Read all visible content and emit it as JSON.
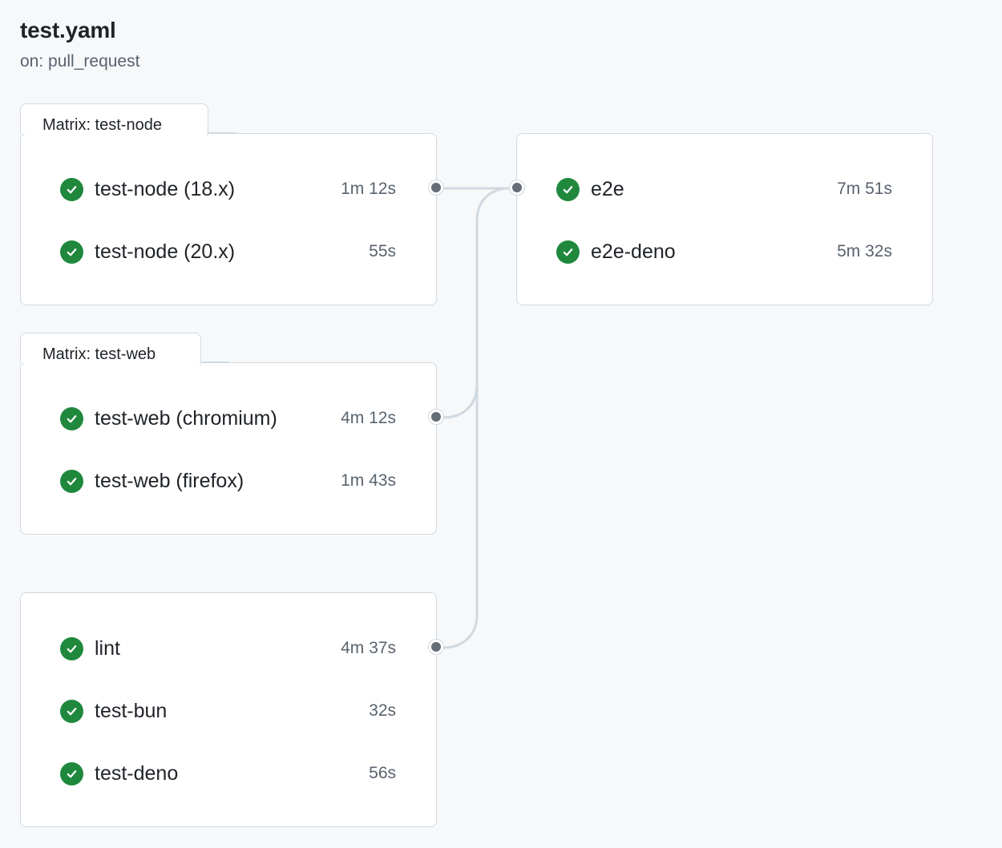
{
  "workflow": {
    "title": "test.yaml",
    "trigger": "on: pull_request"
  },
  "groups": {
    "node": {
      "label": "Matrix: test-node",
      "jobs": [
        {
          "name": "test-node (18.x)",
          "duration": "1m 12s",
          "status": "success"
        },
        {
          "name": "test-node (20.x)",
          "duration": "55s",
          "status": "success"
        }
      ]
    },
    "web": {
      "label": "Matrix: test-web",
      "jobs": [
        {
          "name": "test-web (chromium)",
          "duration": "4m 12s",
          "status": "success"
        },
        {
          "name": "test-web (firefox)",
          "duration": "1m 43s",
          "status": "success"
        }
      ]
    },
    "misc": {
      "jobs": [
        {
          "name": "lint",
          "duration": "4m 37s",
          "status": "success"
        },
        {
          "name": "test-bun",
          "duration": "32s",
          "status": "success"
        },
        {
          "name": "test-deno",
          "duration": "56s",
          "status": "success"
        }
      ]
    },
    "e2e": {
      "jobs": [
        {
          "name": "e2e",
          "duration": "7m 51s",
          "status": "success"
        },
        {
          "name": "e2e-deno",
          "duration": "5m 32s",
          "status": "success"
        }
      ]
    }
  },
  "colors": {
    "success": "#1f883d",
    "connector": "#d1d9e0",
    "port_dot": "#656d76"
  },
  "icons": {
    "status": "check-circle-fill-icon"
  }
}
